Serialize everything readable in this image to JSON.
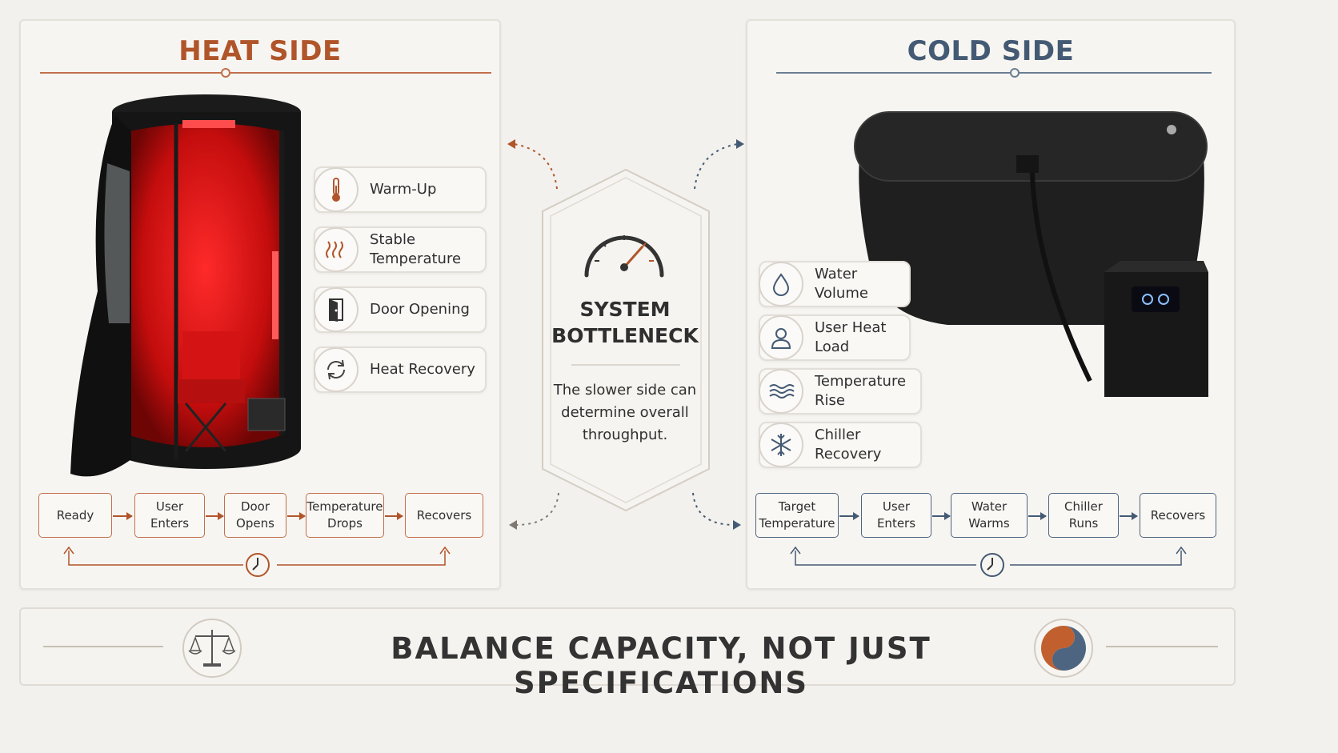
{
  "heat": {
    "title": "HEAT SIDE",
    "features": [
      "Warm-Up",
      "Stable\nTemperature",
      "Door Opening",
      "Heat Recovery"
    ],
    "flow": [
      "Ready",
      "User\nEnters",
      "Door\nOpens",
      "Temperature\nDrops",
      "Recovers"
    ],
    "feature_icons": [
      "thermometer-icon",
      "heat-waves-icon",
      "door-icon",
      "recovery-cycle-icon"
    ]
  },
  "cold": {
    "title": "COLD SIDE",
    "features": [
      "Water Volume",
      "User Heat Load",
      "Temperature Rise",
      "Chiller Recovery"
    ],
    "flow": [
      "Target\nTemperature",
      "User\nEnters",
      "Water\nWarms",
      "Chiller\nRuns",
      "Recovers"
    ],
    "feature_icons": [
      "water-drop-icon",
      "user-icon",
      "waves-icon",
      "snowflake-icon"
    ]
  },
  "center": {
    "title": "SYSTEM\nBOTTLENECK",
    "text": "The slower side can determine overall throughput."
  },
  "footer": {
    "text": "BALANCE  CAPACITY, NOT JUST SPECIFICATIONS"
  },
  "colors": {
    "heat_accent": "#b0552a",
    "cold_accent": "#445a74",
    "background": "#f3f1ed"
  }
}
